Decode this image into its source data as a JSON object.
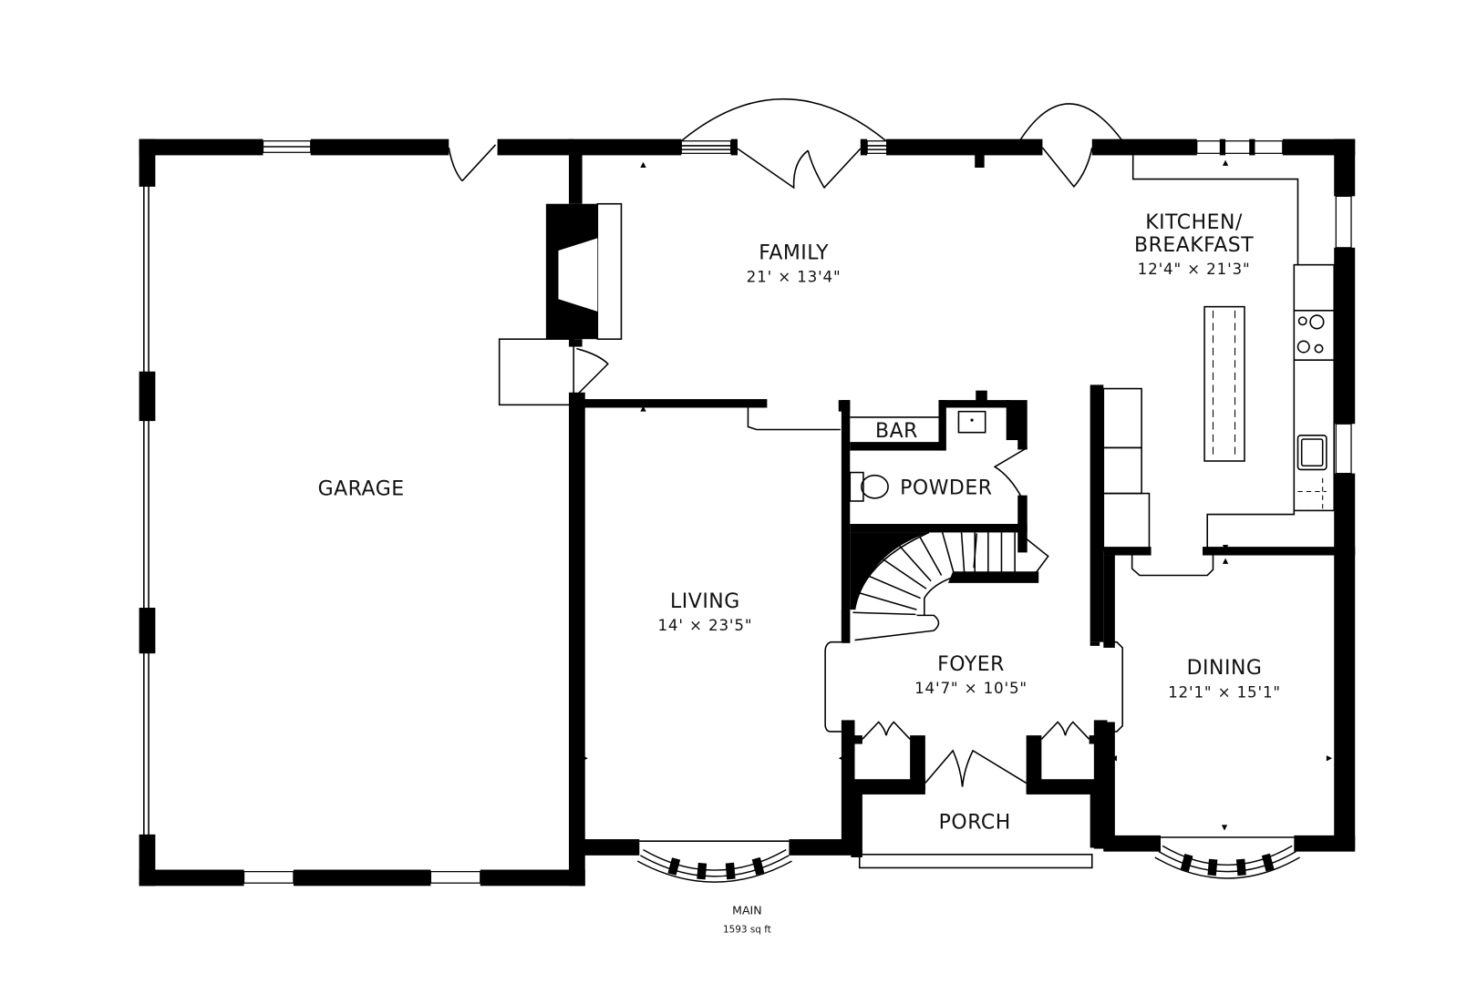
{
  "floorplan": {
    "level_name": "MAIN",
    "area": "1593 sq ft",
    "rooms": [
      {
        "id": "garage",
        "name": "GARAGE",
        "dims": ""
      },
      {
        "id": "family",
        "name": "FAMILY",
        "dims": "21' × 13'4\""
      },
      {
        "id": "kitchen",
        "name_line1": "KITCHEN/",
        "name_line2": "BREAKFAST",
        "dims": "12'4\" × 21'3\""
      },
      {
        "id": "bar",
        "name": "BAR",
        "dims": ""
      },
      {
        "id": "powder",
        "name": "POWDER",
        "dims": ""
      },
      {
        "id": "living",
        "name": "LIVING",
        "dims": "14' × 23'5\""
      },
      {
        "id": "foyer",
        "name": "FOYER",
        "dims": "14'7\" × 10'5\""
      },
      {
        "id": "dining",
        "name": "DINING",
        "dims": "12'1\" × 15'1\""
      },
      {
        "id": "porch",
        "name": "PORCH",
        "dims": ""
      }
    ],
    "colors": {
      "wall": "#000000",
      "background": "#ffffff",
      "text": "#111111"
    }
  }
}
